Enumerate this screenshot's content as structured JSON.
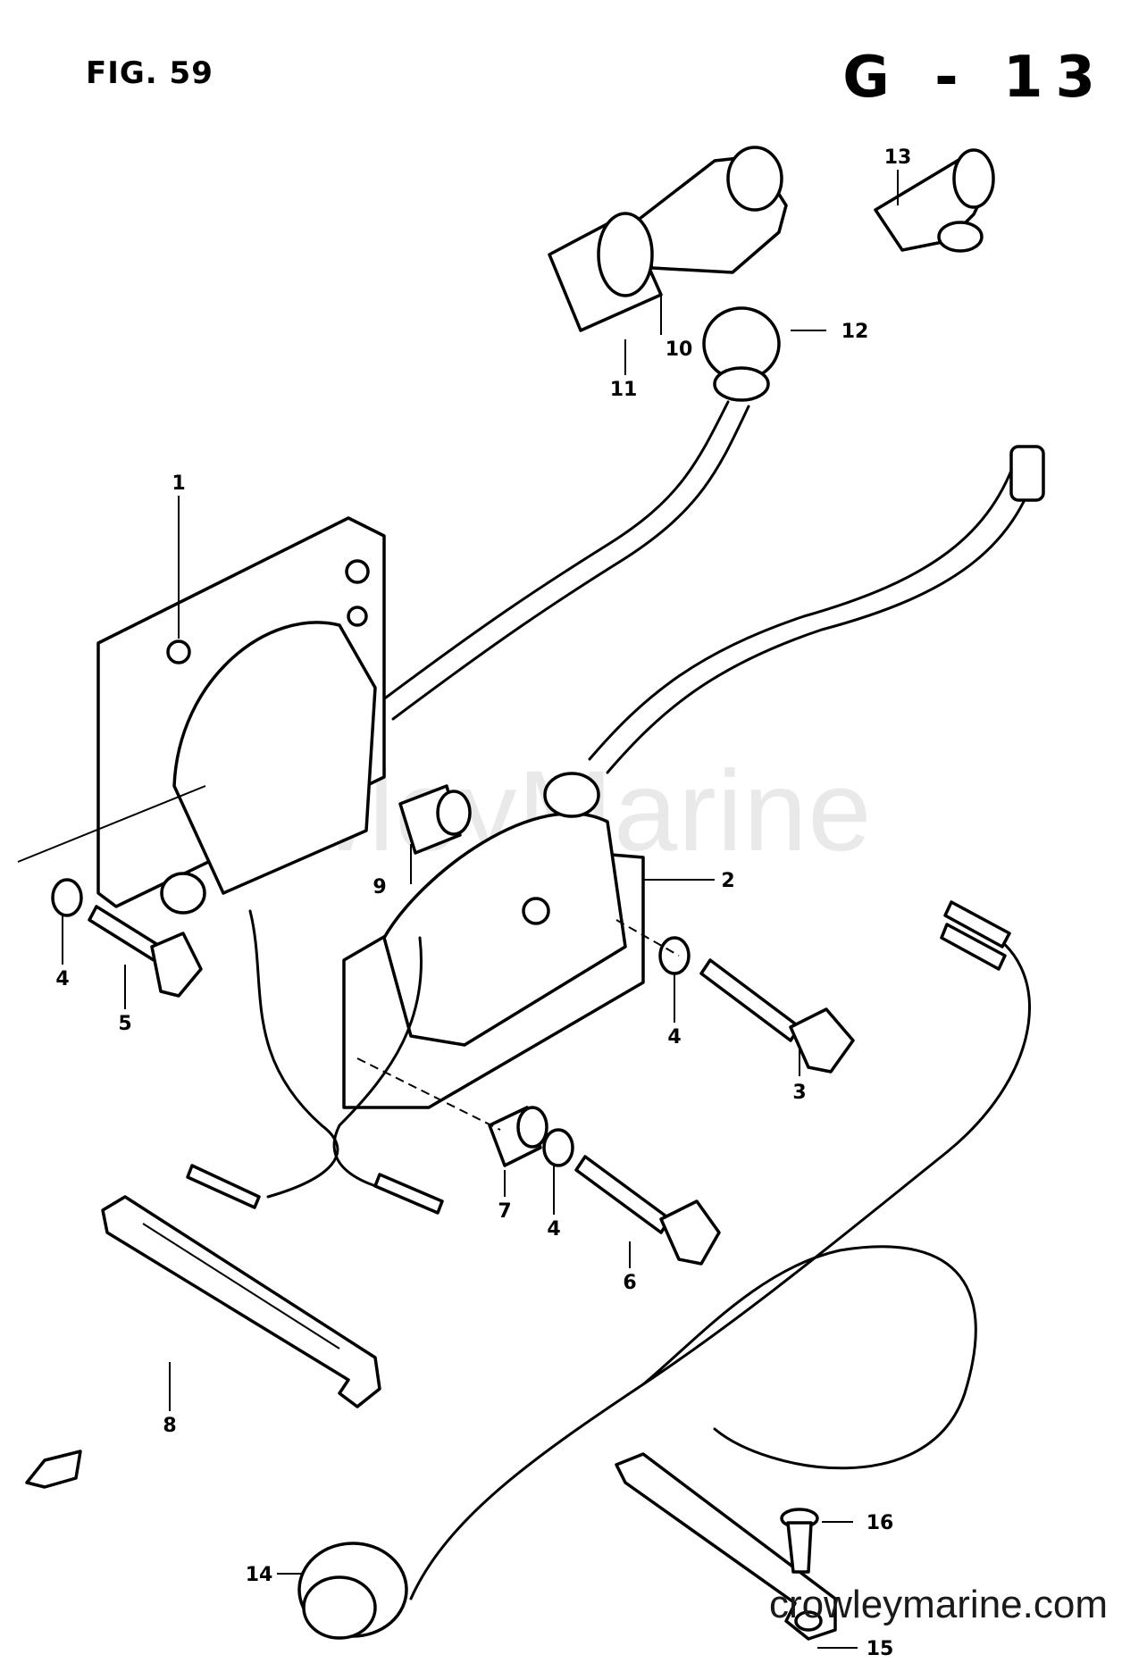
{
  "header": {
    "figure": "FIG. 59",
    "section": "G - 13"
  },
  "watermark": "CrowleyMarine",
  "site": "crowleymarine.com",
  "callouts": [
    "1",
    "2",
    "3",
    "4",
    "4",
    "4",
    "5",
    "6",
    "7",
    "8",
    "9",
    "10",
    "11",
    "12",
    "13",
    "14",
    "15",
    "16"
  ]
}
